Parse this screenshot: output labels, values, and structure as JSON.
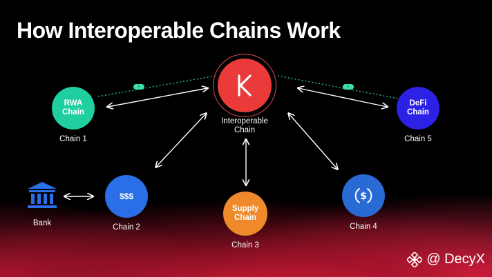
{
  "title": "How Interoperable Chains Work",
  "hub": {
    "label_line1": "Interoperable",
    "label_line2": "Chain",
    "color": "#ea3a3a"
  },
  "nodes": {
    "rwa": {
      "line1": "RWA",
      "line2": "Chain",
      "caption": "Chain 1",
      "color": "#1fcfa0"
    },
    "defi": {
      "line1": "DeFi",
      "line2": "Chain",
      "caption": "Chain 5",
      "color": "#2b22e6"
    },
    "chain2": {
      "line1": "$$$",
      "caption": "Chain 2",
      "color": "#2a6fe8"
    },
    "supply": {
      "line1": "Supply",
      "line2": "Chain",
      "caption": "Chain 3",
      "color": "#ef8a2c"
    },
    "chain4": {
      "caption": "Chain 4",
      "color": "#2a6ad4"
    }
  },
  "bank": {
    "caption": "Bank",
    "color": "#2a6fe8"
  },
  "watermark": {
    "text": "@ DecyX"
  }
}
